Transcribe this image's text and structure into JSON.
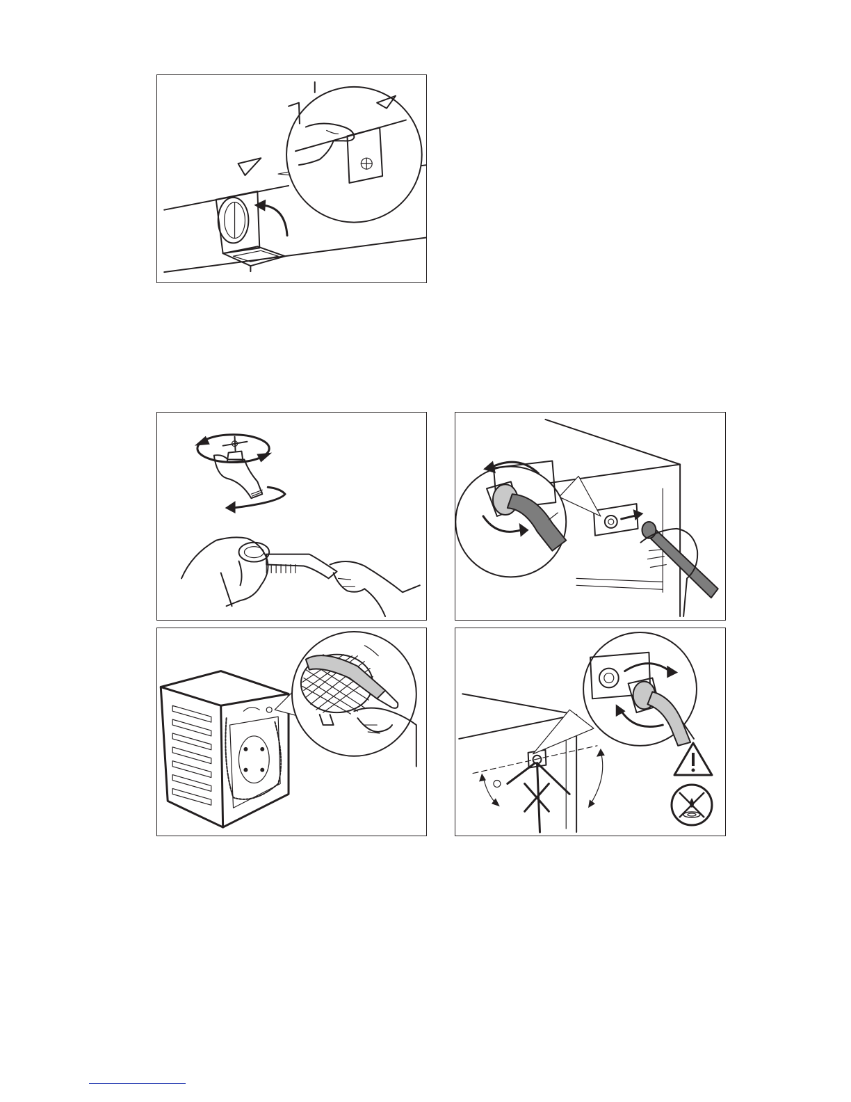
{
  "figures": [
    {
      "id": "p1",
      "icon": "filter-flap-open-icon"
    },
    {
      "id": "p2",
      "icon": "tap-filter-clean-icon"
    },
    {
      "id": "p3",
      "icon": "inlet-hose-remove-icon"
    },
    {
      "id": "p4",
      "icon": "inlet-valve-filter-clean-icon"
    },
    {
      "id": "p5",
      "icon": "inlet-hose-reattach-icon"
    }
  ],
  "symbols": {
    "warning": "warning-triangle-icon",
    "no_leak": "no-water-leak-icon"
  },
  "colors": {
    "line": "#231f20",
    "hose": "#7d7d7d",
    "footer_link": "#2a3fb3"
  }
}
